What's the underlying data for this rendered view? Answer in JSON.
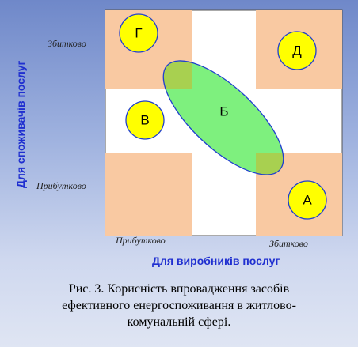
{
  "diagram": {
    "y_axis_title": "Для споживачів послуг",
    "x_axis_title": "Для виробників послуг",
    "y_ticks": {
      "top": "Збитково",
      "bottom": "Прибутково"
    },
    "x_ticks": {
      "left": "Прибутково",
      "right": "Збитково"
    },
    "nodes": {
      "g": "Г",
      "d": "Д",
      "v": "В",
      "b": "Б",
      "a": "А"
    },
    "colors": {
      "quadrant": "#f9c9a2",
      "circle": "#ffff00",
      "ellipse": "#7ef07e",
      "ellipse_overlap": "#a8d050",
      "axis_title": "#1f2fd0"
    }
  },
  "caption": {
    "line1": "Рис. 3. Корисність впровадження засобів",
    "line2": "ефективного енергоспоживання в житлово-",
    "line3": "комунальній сфері."
  }
}
